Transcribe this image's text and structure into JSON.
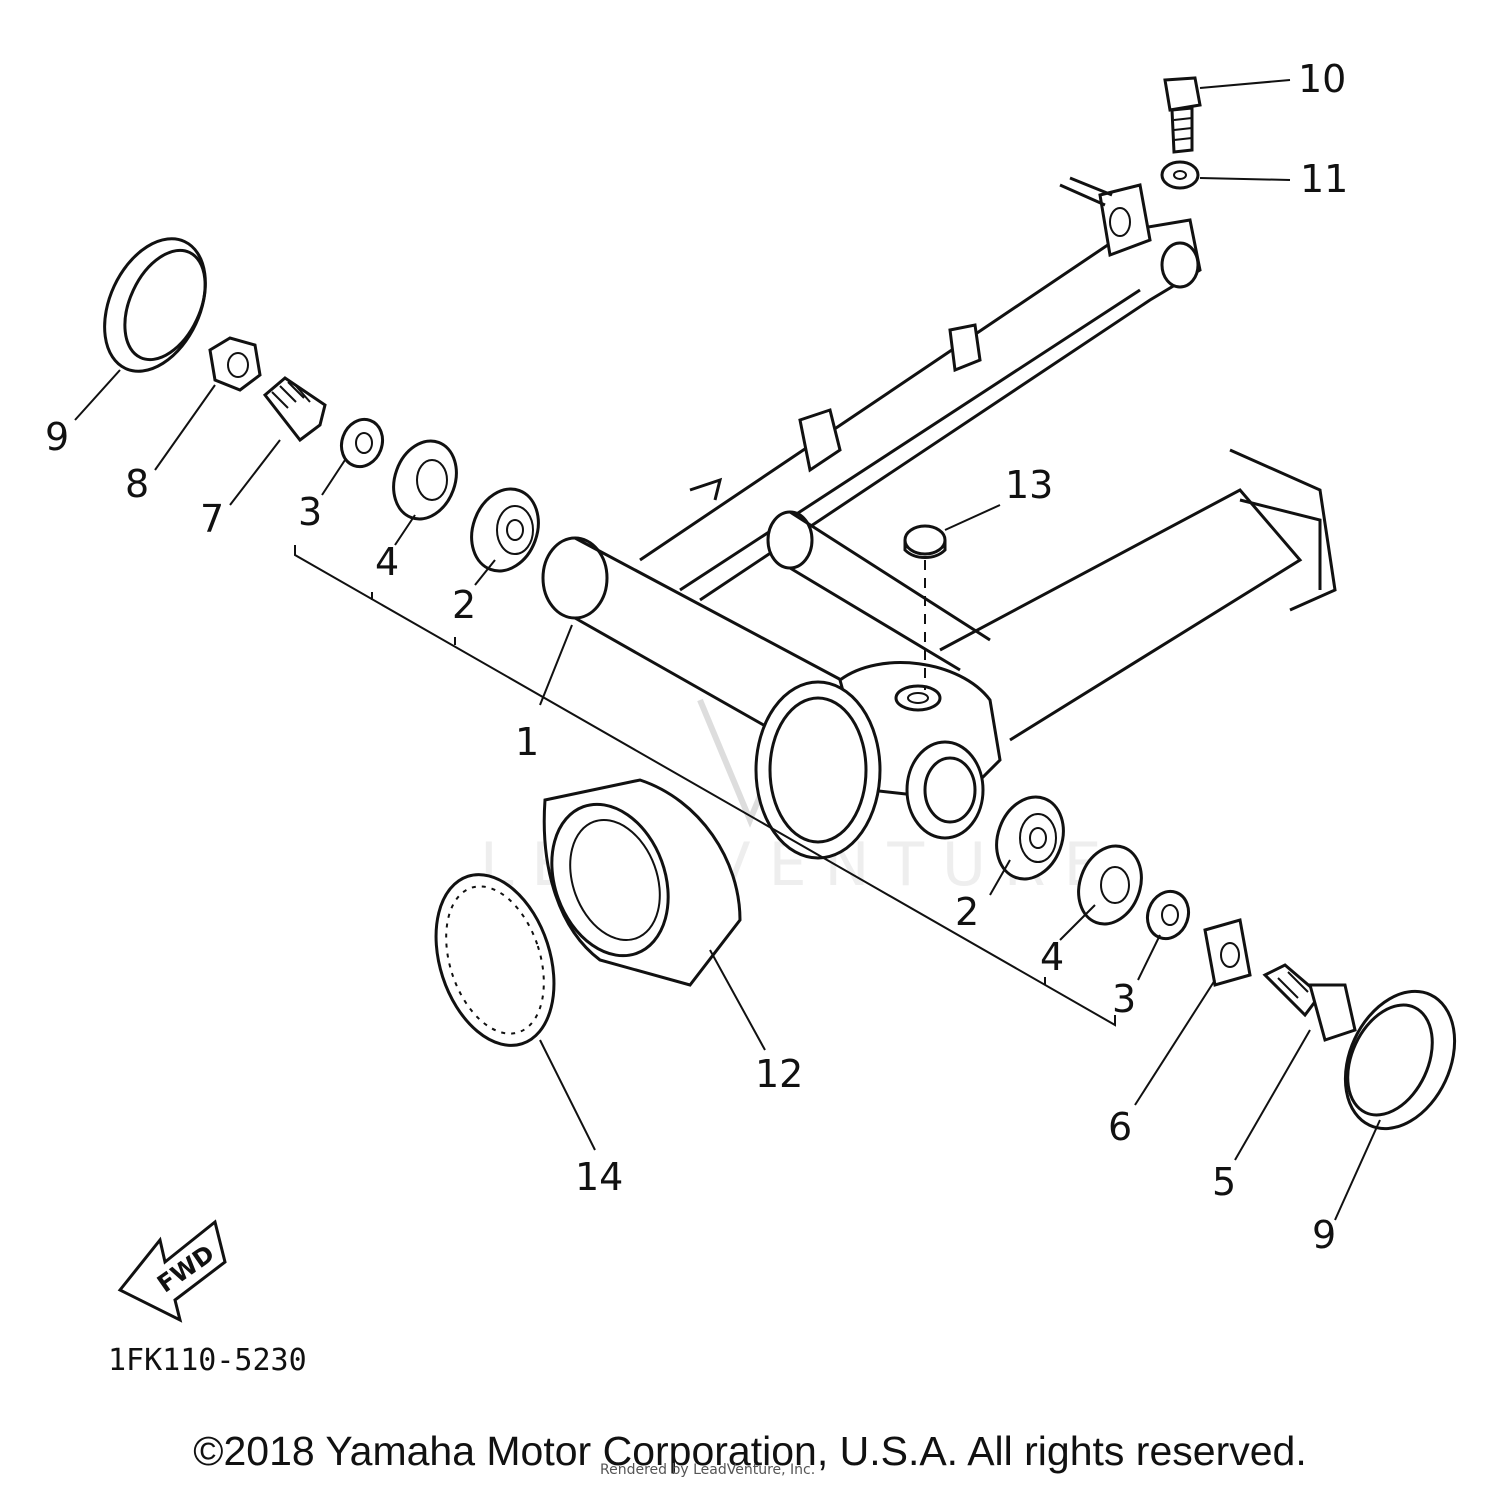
{
  "callouts": {
    "c1": "1",
    "c2a": "2",
    "c2b": "2",
    "c3a": "3",
    "c3b": "3",
    "c4a": "4",
    "c4b": "4",
    "c5": "5",
    "c6": "6",
    "c7": "7",
    "c8": "8",
    "c9a": "9",
    "c9b": "9",
    "c10": "10",
    "c11": "11",
    "c12": "12",
    "c13": "13",
    "c14": "14"
  },
  "fwd_label": "FWD",
  "part_code": "1FK110-5230",
  "copyright": "©2018 Yamaha Motor Corporation, U.S.A. All rights reserved.",
  "watermark": "Rendered by LeadVenture, Inc.",
  "watermark_logo_text": "LEADVENTURE"
}
